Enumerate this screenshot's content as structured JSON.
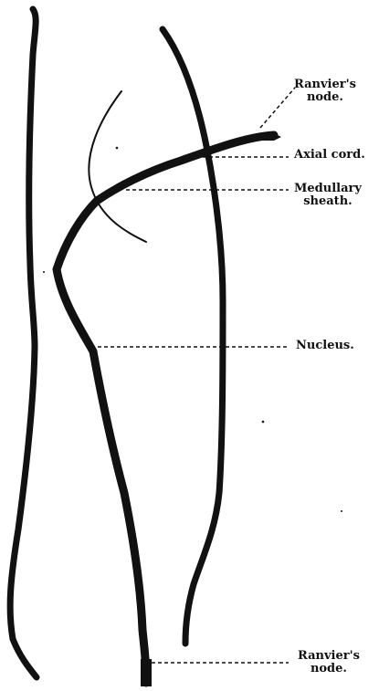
{
  "figure": {
    "labels": {
      "ranvier_top": [
        "Ranvier's",
        "node."
      ],
      "axial_cord": "Axial cord.",
      "medullary": [
        "Medullary",
        "sheath."
      ],
      "nucleus": "Nucleus.",
      "ranvier_bottom": [
        "Ranvier's",
        "node."
      ]
    },
    "colors": {
      "ink": "#111111",
      "background": "#ffffff"
    }
  }
}
